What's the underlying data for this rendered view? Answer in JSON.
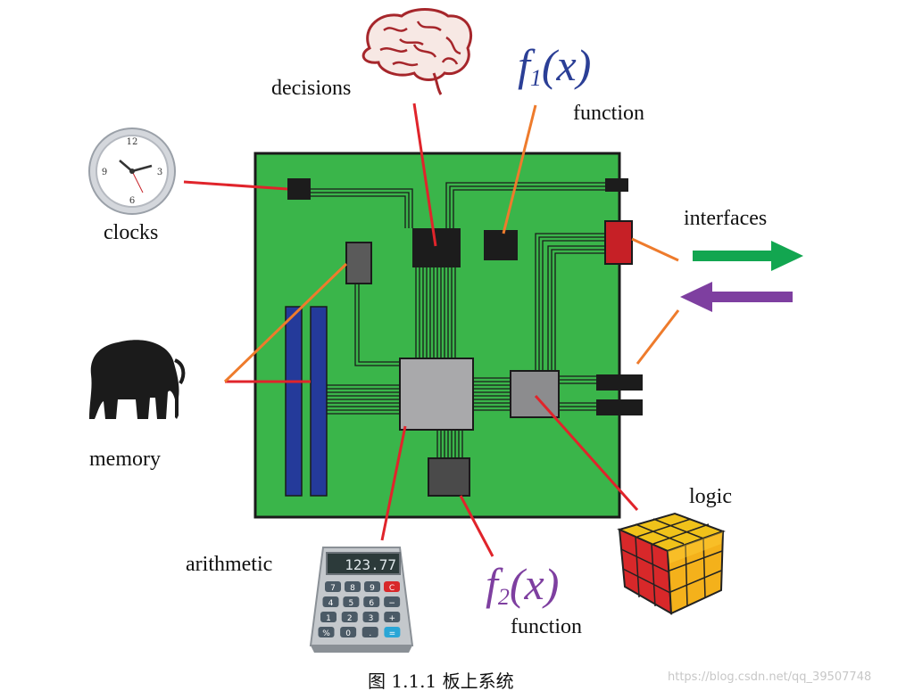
{
  "labels": {
    "decisions": "decisions",
    "function_top": "function",
    "clocks": "clocks",
    "interfaces": "interfaces",
    "memory": "memory",
    "logic": "logic",
    "arithmetic": "arithmetic",
    "function_bottom": "function"
  },
  "formulas": {
    "f1": {
      "letter": "f",
      "sub": "1",
      "arg": "(x)"
    },
    "f2": {
      "letter": "f",
      "sub": "2",
      "arg": "(x)"
    }
  },
  "calculator": {
    "display": "123.77",
    "keys": [
      "7",
      "8",
      "9",
      "C",
      "4",
      "5",
      "6",
      "−",
      "1",
      "2",
      "3",
      "+",
      "%",
      "0",
      ".",
      "="
    ]
  },
  "clock": {
    "numerals": [
      "12",
      "3",
      "6",
      "9"
    ]
  },
  "caption": "图  1.1.1  板上系统",
  "watermark": "https://blog.csdn.net/qq_39507748",
  "colors": {
    "board": "#3ab54a",
    "trace": "#1a1a1a",
    "red_line": "#e0242b",
    "orange_line": "#ee7b2c",
    "memory_slot": "#243a9a",
    "out_arrow": "#12a650",
    "in_arrow": "#7e3fa0",
    "f1_color": "#2b3f96",
    "f2_color": "#7e3fa0"
  }
}
